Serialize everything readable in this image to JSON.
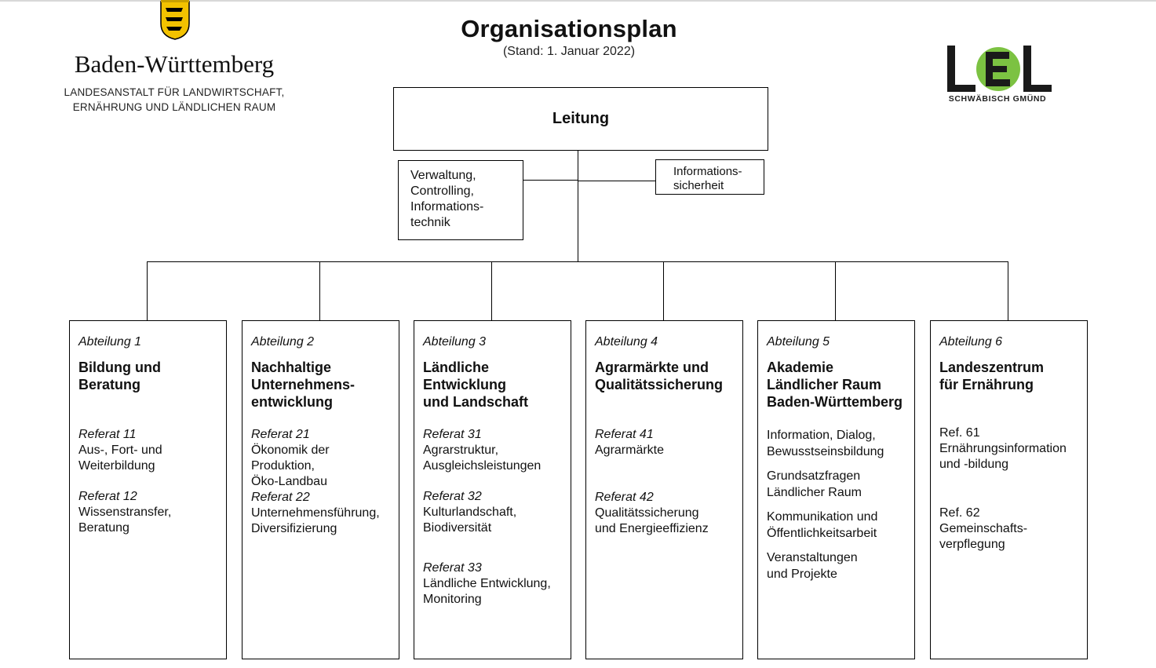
{
  "header": {
    "title": "Organisationsplan",
    "subtitle": "(Stand: 1. Januar 2022)",
    "state_name": "Baden-Württemberg",
    "institution_line1": "LANDESANSTALT FÜR LANDWIRTSCHAFT,",
    "institution_line2": "ERNÄHRUNG UND LÄNDLICHEN RAUM",
    "logo_text": "LEL",
    "logo_sub": "SCHWÄBISCH GMÜND",
    "logo_accent_color": "#7cc242",
    "coat_of_arms_icon": "coat-of-arms-icon"
  },
  "leitung": {
    "label": "Leitung"
  },
  "staff": {
    "verwaltung": "Verwaltung,\nControlling,\nInformations-\ntechnik",
    "informationssicherheit": "Informations-\nsicherheit"
  },
  "departments": [
    {
      "label": "Abteilung 1",
      "title": "Bildung und\nBeratung",
      "referate": [
        {
          "label": "Referat 11",
          "text": "Aus-, Fort- und\nWeiterbildung"
        },
        {
          "label": "Referat 12",
          "text": "Wissenstransfer,\nBeratung"
        }
      ]
    },
    {
      "label": "Abteilung 2",
      "title": "Nachhaltige\nUnternehmens-\nentwicklung",
      "referate": [
        {
          "label": "Referat 21",
          "text": "Ökonomik der\nProduktion,\nÖko-Landbau"
        },
        {
          "label": "Referat 22",
          "text": "Unternehmensführung,\nDiversifizierung"
        }
      ]
    },
    {
      "label": "Abteilung 3",
      "title": "Ländliche\nEntwicklung\nund Landschaft",
      "referate": [
        {
          "label": "Referat 31",
          "text": "Agrarstruktur,\nAusgleichsleistungen"
        },
        {
          "label": "Referat 32",
          "text": "Kulturlandschaft,\nBiodiversität"
        },
        {
          "label": "Referat 33",
          "text": "Ländliche Entwicklung,\nMonitoring"
        }
      ]
    },
    {
      "label": "Abteilung 4",
      "title": "Agrarmärkte und\nQualitätssicherung",
      "referate": [
        {
          "label": "Referat 41",
          "text": "Agrarmärkte"
        },
        {
          "label": "Referat 42",
          "text": "Qualitätssicherung\nund Energieeffizienz"
        }
      ]
    },
    {
      "label": "Abteilung 5",
      "title": "Akademie\nLändlicher Raum\nBaden-Württemberg",
      "items": [
        "Information, Dialog,\nBewusstseinsbildung",
        "Grundsatzfragen\nLändlicher Raum",
        "Kommunikation und\nÖffentlichkeitsarbeit",
        "Veranstaltungen\nund Projekte"
      ]
    },
    {
      "label": "Abteilung 6",
      "title": "Landeszentrum\nfür Ernährung",
      "referate": [
        {
          "label": "Ref. 61",
          "text": "Ernährungsinformation\nund -bildung"
        },
        {
          "label": "Ref. 62",
          "text": "Gemeinschafts-\nverpflegung"
        }
      ]
    }
  ]
}
